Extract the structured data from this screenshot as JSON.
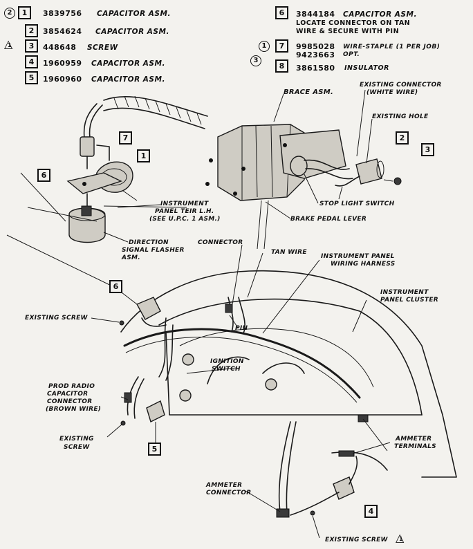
{
  "parts_list_left": [
    {
      "circle": "2",
      "box": "1",
      "part_no": "3839756",
      "desc": "Capacitor Asm."
    },
    {
      "box": "2",
      "part_no": "3854624",
      "desc": "Capacitor Asm."
    },
    {
      "triangle": "1",
      "box": "3",
      "part_no": "448648",
      "desc": "Screw"
    },
    {
      "box": "4",
      "part_no": "1960959",
      "desc": "Capacitor Asm."
    },
    {
      "box": "5",
      "part_no": "1960960",
      "desc": "Capacitor Asm."
    }
  ],
  "parts_list_right": [
    {
      "box": "6",
      "part_no": "3844184",
      "desc_line1": "Capacitor Asm.",
      "desc_line2": "Locate connector on tan",
      "desc_line3": "wire & secure with pin"
    },
    {
      "circle": "1",
      "box": "7",
      "part_no": "9985028",
      "desc": "Wire-Staple (1 per job)",
      "part_no_2": "9423663",
      "desc_2": "Opt."
    },
    {
      "circle": "3",
      "box": "8",
      "part_no": "3861580",
      "desc": "Insulator"
    }
  ],
  "callouts": {
    "brace_asm": "Brace Asm.",
    "existing_connector": "Existing connector",
    "existing_connector_2": "(White wire)",
    "existing_hole": "Existing hole",
    "stop_light_switch": "Stop light switch",
    "brake_pedal_lever": "Brake pedal lever",
    "instrument_panel_1": "Instrument",
    "instrument_panel_2": "Panel TEIR L.H.",
    "instrument_panel_3": "(See U.P.C. 1 Asm.)",
    "direction_1": "Direction",
    "direction_2": "Signal flasher",
    "direction_3": "Asm.",
    "connector": "Connector",
    "tan_wire": "Tan wire",
    "ip_harness_1": "Instrument panel",
    "ip_harness_2": "wiring harness",
    "ip_cluster_1": "Instrument",
    "ip_cluster_2": "panel cluster",
    "existing_screw_left": "Existing screw",
    "pin": "Pin",
    "ignition_1": "Ignition",
    "ignition_2": "switch",
    "radio_1": "Prod radio",
    "radio_2": "capacitor",
    "radio_3": "connector",
    "radio_4": "(Brown wire)",
    "existing_screw_2a": "Existing",
    "existing_screw_2b": "Screw",
    "ammeter_terminals_1": "Ammeter",
    "ammeter_terminals_2": "terminals",
    "ammeter_connector_1": "Ammeter",
    "ammeter_connector_2": "connector",
    "existing_screw_bottom": "Existing screw",
    "warning_num": "1"
  },
  "diagram_boxes": {
    "b7": "7",
    "b1": "1",
    "b6a": "6",
    "b2": "2",
    "b3": "3",
    "b6b": "6",
    "b5": "5",
    "b4": "4"
  }
}
